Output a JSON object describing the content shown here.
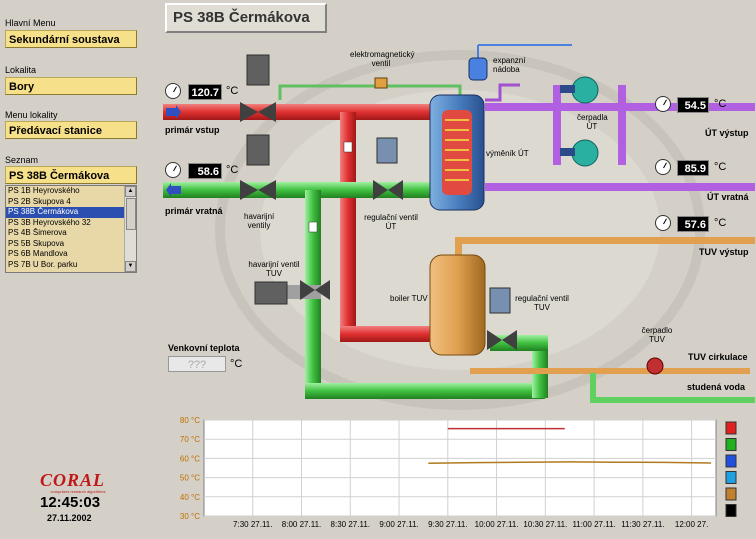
{
  "sidebar": {
    "main_menu_label": "Hlavní Menu",
    "main_menu_value": "Sekundární soustava",
    "location_label": "Lokalita",
    "location_value": "Bory",
    "location_menu_label": "Menu lokality",
    "location_menu_value": "Předávací stanice",
    "list_label": "Seznam",
    "list_value": "PS 38B Čermákova",
    "list_items": [
      "PS 1B Heyrovského",
      "PS 2B Skupova 4",
      "PS 38B Čermákova",
      "PS 3B Heyrovského 32",
      "PS 4B Šimerova",
      "PS 5B Skupova",
      "PS 6B Mandlova",
      "PS 7B U Bor. parku"
    ],
    "selected_index": 2
  },
  "branding": {
    "logo_text": "CORAL",
    "logo_subtitle": "computers research algorithms",
    "time": "12:45:03",
    "date": "27.11.2002"
  },
  "header": {
    "title": "PS 38B Čermákova"
  },
  "diagram": {
    "primary_supply": {
      "label": "primár vstup",
      "value": "120.7",
      "unit": "°C"
    },
    "primary_return": {
      "label": "primár vratná",
      "value": "58.6",
      "unit": "°C"
    },
    "ut_supply": {
      "label": "ÚT výstup",
      "value": "54.5",
      "unit": "°C"
    },
    "ut_return": {
      "label": "ÚT vratná",
      "value": "85.9",
      "unit": "°C"
    },
    "tuv_supply": {
      "label": "TUV výstup",
      "value": "57.6",
      "unit": "°C"
    },
    "tuv_circulation": {
      "label": "TUV cirkulace"
    },
    "cold_water": {
      "label": "studená voda"
    },
    "labels": {
      "electromagnetic_valve": "elektromagnetický ventil",
      "expansion_tank": "expanzní nádoba",
      "ut_pumps": "čerpadla ÚT",
      "exchanger": "výměník ÚT",
      "emergency_valves": "havarijní ventily",
      "ut_control_valve": "regulační ventil ÚT",
      "tuv_emergency_valve": "havarijní ventil TUV",
      "boiler": "boiler TUV",
      "tuv_control_valve": "regulační ventil TUV",
      "tuv_pump": "čerpadlo TUV"
    },
    "outdoor_temp": {
      "label": "Venkovní teplota",
      "value": "???",
      "unit": "°C"
    },
    "colors": {
      "primary_supply": "#e04a4a",
      "primary_return": "#4ac04a",
      "ut": "#a050d0",
      "tuv": "#e0a050",
      "cold": "#60d060"
    }
  },
  "chart_data": {
    "type": "line",
    "x": [
      "7:30 27.11.",
      "8:00 27.11.",
      "8:30 27.11.",
      "9:00 27.11.",
      "9:30 27.11.",
      "10:00 27.11.",
      "10:30 27.11.",
      "11:00 27.11.",
      "11:30 27.11.",
      "12:00 27."
    ],
    "y_ticks": [
      "80 °C",
      "70 °C",
      "60 °C",
      "50 °C",
      "40 °C",
      "30 °C"
    ],
    "ylim": [
      30,
      80
    ],
    "series": [
      {
        "color": "#c03030",
        "x_start": 9.5,
        "x_end": 10.7,
        "values": [
          75.5,
          75.5,
          75.5
        ]
      },
      {
        "color": "#b07a20",
        "x_start": 9.3,
        "x_end": 12.2,
        "values": [
          57.5,
          57.8,
          58.0,
          58.2,
          58.0,
          57.9,
          57.6
        ]
      }
    ],
    "legend_colors": [
      "#e02020",
      "#20b020",
      "#2050e0",
      "#20a0e0",
      "#c08030",
      "#000000"
    ]
  }
}
